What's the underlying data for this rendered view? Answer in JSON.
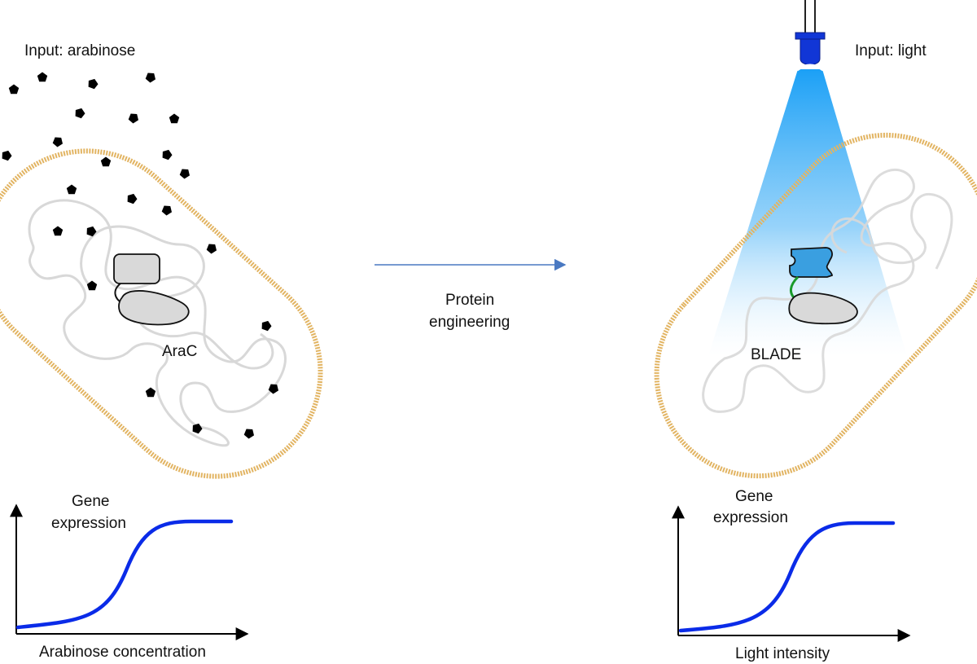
{
  "left_panel": {
    "input_label": "Input: arabinose",
    "protein_label": "AraC",
    "plot": {
      "ylabel_line1": "Gene",
      "ylabel_line2": "expression",
      "xlabel": "Arabinose concentration"
    }
  },
  "middle": {
    "arrow_label_line1": "Protein",
    "arrow_label_line2": "engineering"
  },
  "right_panel": {
    "input_label": "Input: light",
    "protein_label": "BLADE",
    "plot": {
      "ylabel_line1": "Gene",
      "ylabel_line2": "expression",
      "xlabel": "Light intensity"
    }
  },
  "colors": {
    "cell_membrane": "#e2b462",
    "dna_loop": "#d8d8d8",
    "arabinose_molecule": "#000000",
    "sensor_domain": "#d9d9d9",
    "light_domain": "#3a9fe0",
    "linker_green": "#1a9a2a",
    "led_blue": "#1136d6",
    "light_beam": "#2aa3f5",
    "curve": "#0a2be8",
    "flow_arrow": "#4a79c2"
  },
  "icons": [
    "pentagon-molecule-icon",
    "led-icon",
    "sigmoid-curve-icon",
    "arrow-right-icon"
  ]
}
